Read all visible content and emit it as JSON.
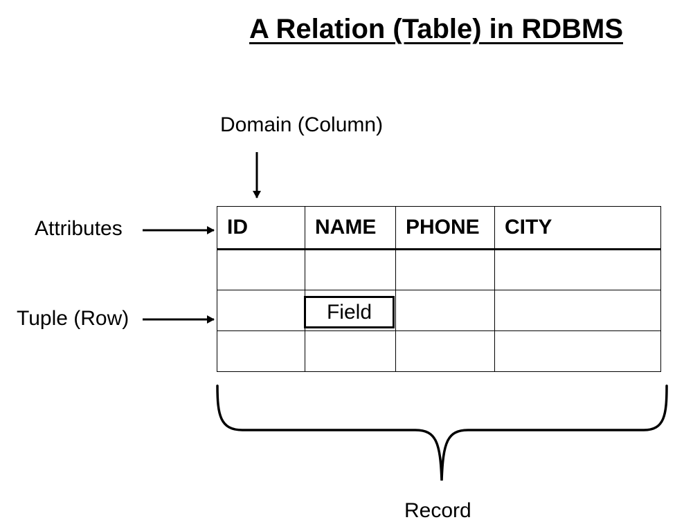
{
  "title": "A Relation (Table) in RDBMS",
  "labels": {
    "domain": "Domain (Column)",
    "attributes": "Attributes",
    "tuple": "Tuple (Row)",
    "record": "Record",
    "field": "Field"
  },
  "table": {
    "headers": [
      "ID",
      "NAME",
      "PHONE",
      "CITY"
    ],
    "rows": [
      [
        "",
        "",
        "",
        ""
      ],
      [
        "",
        "",
        "",
        ""
      ],
      [
        "",
        "",
        "",
        ""
      ]
    ]
  }
}
